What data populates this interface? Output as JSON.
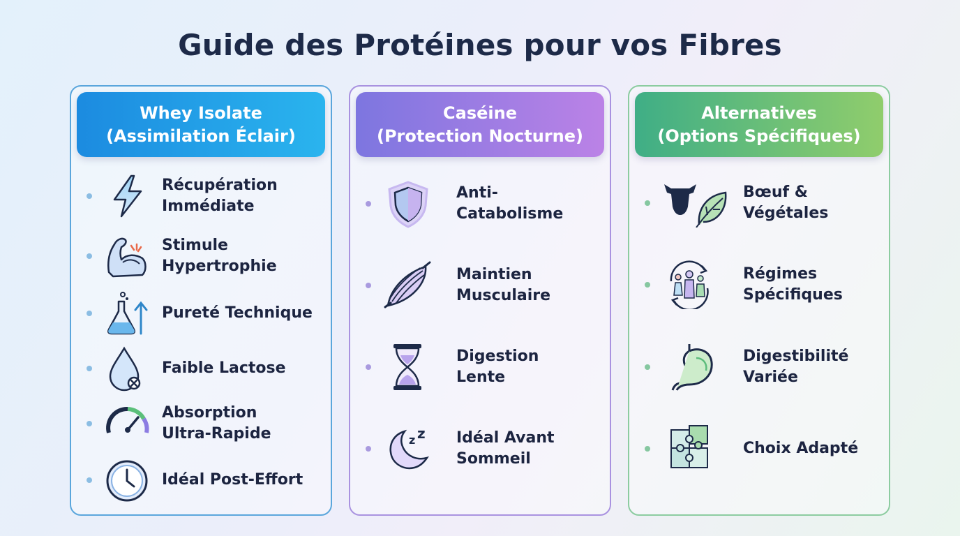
{
  "title": "Guide des Protéines pour vos Fibres",
  "columns": [
    {
      "head_line1": "Whey Isolate",
      "head_line2": "(Assimilation Éclair)",
      "items": [
        {
          "line1": "Récupération",
          "line2": "Immédiate",
          "icon": "lightning-icon"
        },
        {
          "line1": "Stimule",
          "line2": "Hypertrophie",
          "icon": "flexed-arm-icon"
        },
        {
          "line1": "Pureté Technique",
          "line2": "",
          "icon": "flask-icon"
        },
        {
          "line1": "Faible Lactose",
          "line2": "",
          "icon": "drop-icon"
        },
        {
          "line1": "Absorption",
          "line2": "Ultra-Rapide",
          "icon": "speedometer-icon"
        },
        {
          "line1": "Idéal Post-Effort",
          "line2": "",
          "icon": "clock-icon"
        }
      ]
    },
    {
      "head_line1": "Caséine",
      "head_line2": "(Protection Nocturne)",
      "items": [
        {
          "line1": "Anti-",
          "line2": "Catabolisme",
          "icon": "shield-icon"
        },
        {
          "line1": "Maintien",
          "line2": "Musculaire",
          "icon": "muscle-fiber-icon"
        },
        {
          "line1": "Digestion",
          "line2": "Lente",
          "icon": "hourglass-icon"
        },
        {
          "line1": "Idéal Avant",
          "line2": "Sommeil",
          "icon": "moon-icon"
        }
      ]
    },
    {
      "head_line1": "Alternatives",
      "head_line2": "(Options Spécifiques)",
      "items": [
        {
          "line1": "Bœuf &",
          "line2": "Végétales",
          "icon": "cow-leaf-icon"
        },
        {
          "line1": "Régimes",
          "line2": "Spécifiques",
          "icon": "people-cycle-icon"
        },
        {
          "line1": "Digestibilité",
          "line2": "Variée",
          "icon": "stomach-icon"
        },
        {
          "line1": "Choix Adapté",
          "line2": "",
          "icon": "puzzle-icon"
        }
      ]
    }
  ],
  "colors": {
    "whey": "#1c8be0",
    "caseine": "#9b7fe3",
    "alternatives": "#5cbc7c",
    "title": "#1d2a48"
  }
}
